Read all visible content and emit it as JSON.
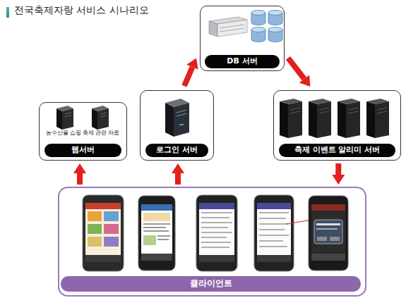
{
  "diagram": {
    "title": "전국축제자랑 서비스 시나리오",
    "nodes": [
      {
        "text": [
          "DB 서버"
        ]
      },
      {
        "text": [
          "농수산물 쇼핑",
          "축제 관련 자료",
          "웹서버"
        ]
      },
      {
        "text": [
          "로그인 서버"
        ]
      },
      {
        "text": [
          "축제 이벤트 알리미 서버"
        ]
      },
      {
        "text": [
          "클라이언트"
        ]
      }
    ],
    "edges": [
      {
        "from": 4,
        "to": 1,
        "arrow": "to"
      },
      {
        "from": 4,
        "to": 2,
        "arrow": "to"
      },
      {
        "from": 2,
        "to": 0,
        "arrow": "to"
      },
      {
        "from": 0,
        "to": 3,
        "arrow": "to"
      },
      {
        "from": 3,
        "to": 4,
        "arrow": "to"
      }
    ]
  }
}
